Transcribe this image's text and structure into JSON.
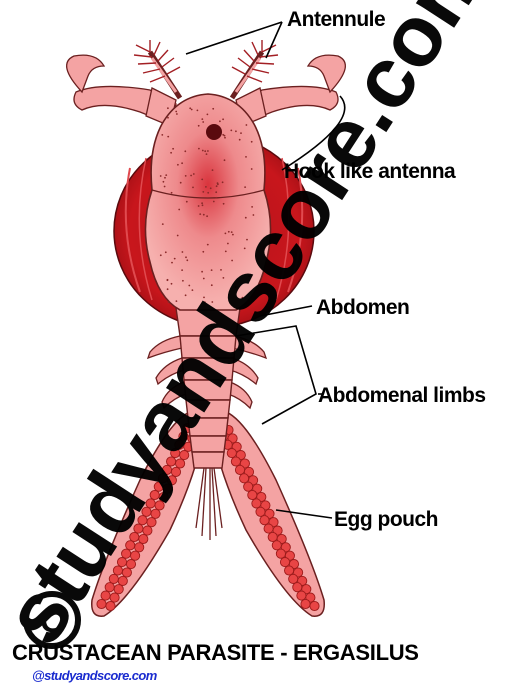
{
  "labels": {
    "antennule": "Antennule",
    "hook_antenna": "Hook like antenna",
    "abdomen": "Abdomen",
    "abdominal_limbs": "Abdomenal limbs",
    "egg_pouch": "Egg pouch"
  },
  "title": "CRUSTACEAN PARASITE - ERGASILUS",
  "credit": "@studyandscore.com",
  "watermark": "studyandscore.com",
  "colors": {
    "body": "#f4a3a3",
    "outline": "#6b2020",
    "shell": "#c8161c",
    "eggs": "#e84545",
    "credit": "#1b2ccf"
  }
}
